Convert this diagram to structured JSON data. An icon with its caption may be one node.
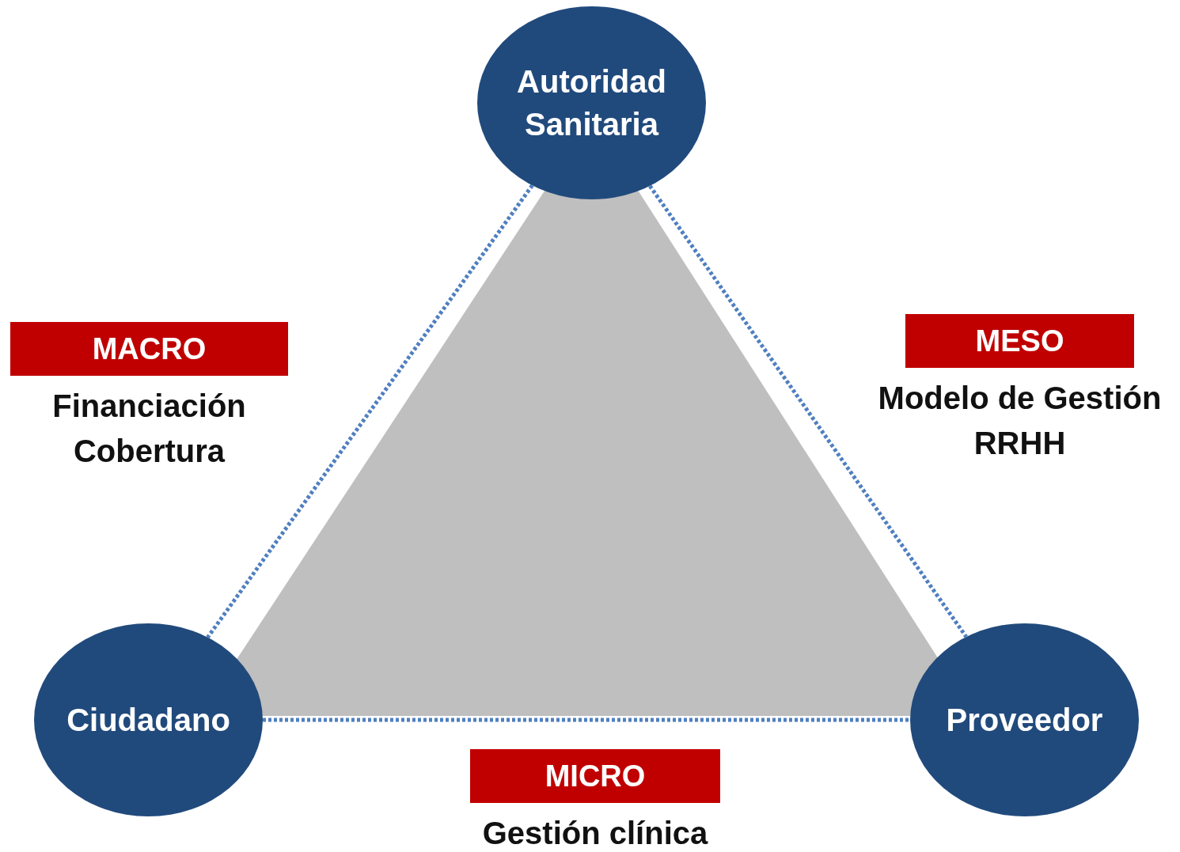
{
  "diagram": {
    "nodes": [
      {
        "text": [
          "Autoridad Sanitaria"
        ]
      },
      {
        "text": [
          "Ciudadano"
        ]
      },
      {
        "text": [
          "Proveedor"
        ]
      },
      {
        "text": [
          "MACRO"
        ],
        "beside": [
          "Financiación",
          "Cobertura"
        ]
      },
      {
        "text": [
          "MESO"
        ],
        "beside": [
          "Modelo de Gestión",
          "RRHH"
        ]
      },
      {
        "text": [
          "MICRO"
        ],
        "beside": [
          "Gestión clínica"
        ]
      }
    ],
    "edges": [
      {
        "from": 0,
        "to": 1,
        "arrow": "none",
        "style": "dashed",
        "color": "#4f7fc0"
      },
      {
        "from": 0,
        "to": 2,
        "arrow": "none",
        "style": "dashed",
        "color": "#4f7fc0"
      },
      {
        "from": 1,
        "to": 2,
        "arrow": "none",
        "style": "dashed",
        "color": "#4f7fc0"
      }
    ]
  }
}
